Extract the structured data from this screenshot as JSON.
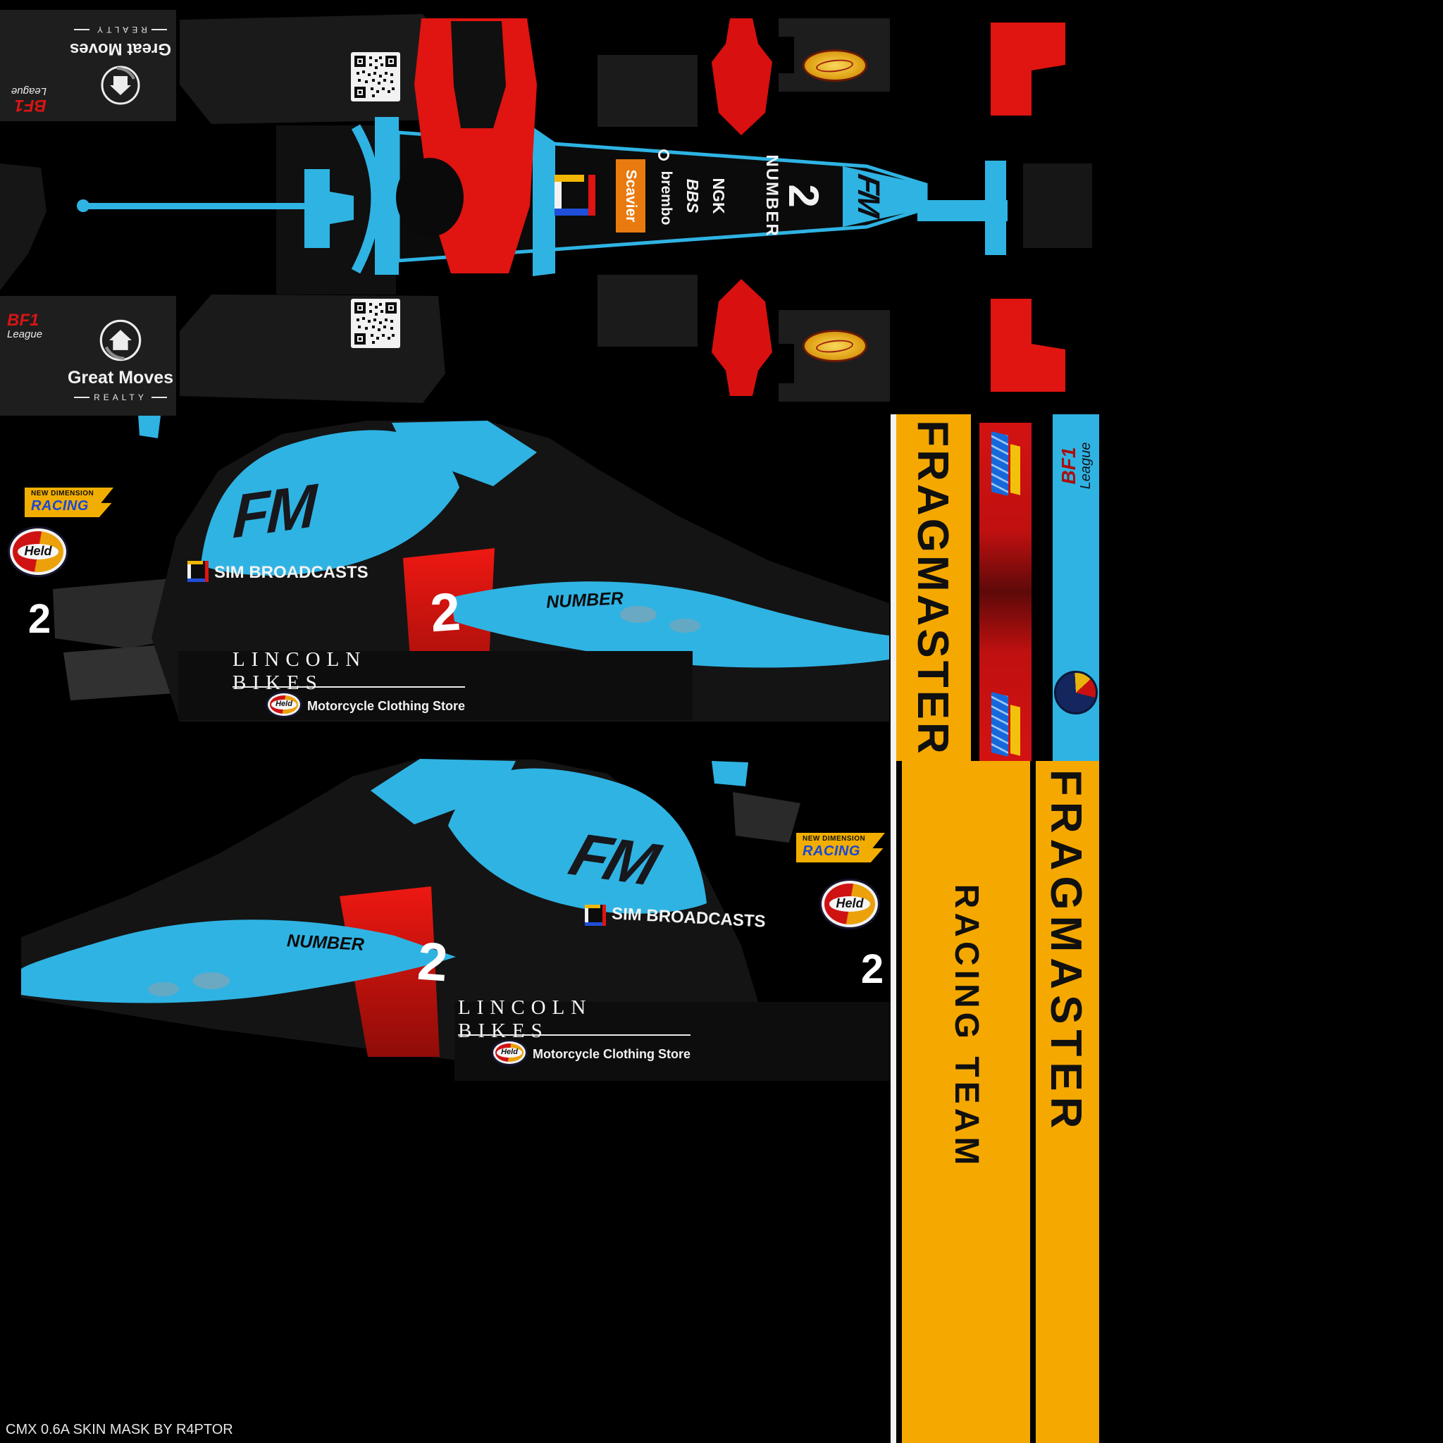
{
  "meta": {
    "watermark": "CMX 0.6A SKIN MASK BY R4PTOR"
  },
  "colors": {
    "cyan": "#2fb3e3",
    "red": "#e01410",
    "yellow": "#f5a800",
    "body_black": "#141414",
    "panel_gray": "#1e1e1e"
  },
  "car": {
    "number": "2",
    "number_label": "NUMBER"
  },
  "team": {
    "name": "FRAGMASTER",
    "suffix": "RACING TEAM",
    "fm_monogram": "FM"
  },
  "league": {
    "name": "BF1",
    "sub": "League"
  },
  "sponsors": {
    "great_moves": {
      "name": "Great Moves",
      "sub": "REALTY"
    },
    "new_dimension": {
      "top": "NEW DIMENSION",
      "name": "RACING"
    },
    "held": {
      "name": "Held"
    },
    "sim_broadcasts": {
      "name": "SIM BROADCASTS"
    },
    "lincoln_bikes": {
      "name": "LINCOLN BIKES",
      "sub": "Motorcycle Clothing Store"
    },
    "scavier": {
      "name": "Scavier"
    },
    "brembo": {
      "name": "brembo"
    },
    "bbs": {
      "name": "BBS"
    },
    "ngk": {
      "name": "NGK"
    }
  }
}
